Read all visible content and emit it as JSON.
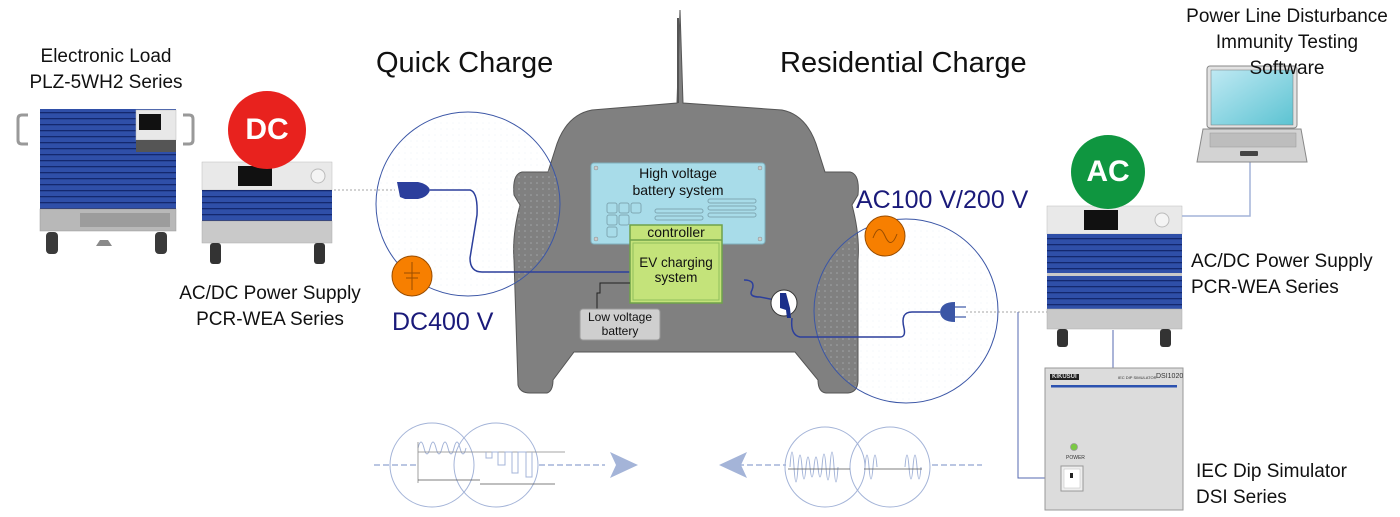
{
  "headings": {
    "quick_charge": "Quick Charge",
    "residential_charge": "Residential Charge"
  },
  "voltages": {
    "dc": "DC400 V",
    "ac": "AC100 V/200 V"
  },
  "badges": {
    "dc": {
      "text": "DC",
      "color": "#e8221e"
    },
    "ac": {
      "text": "AC",
      "color": "#0f9640"
    }
  },
  "devices": {
    "electronic_load": {
      "line1": "Electronic Load",
      "line2": "PLZ-5WH2 Series"
    },
    "dc_power_supply": {
      "line1": "AC/DC Power Supply",
      "line2": "PCR-WEA Series"
    },
    "ac_power_supply": {
      "line1": "AC/DC Power Supply",
      "line2": "PCR-WEA Series"
    },
    "software": {
      "line1": "Power Line Disturbance",
      "line2": "Immunity Testing Software"
    },
    "dip_simulator": {
      "line1": "IEC Dip Simulator",
      "line2": "DSI Series",
      "panel_brand": "KIKUSUI",
      "panel_title": "IEC DIP SIMULATOR",
      "panel_model": "DSI1020",
      "power_label": "POWER"
    }
  },
  "vehicle": {
    "hv_battery": {
      "line1": "High voltage",
      "line2": "battery system"
    },
    "controller": "controller",
    "ev_charging": {
      "line1": "EV charging",
      "line2": "system"
    },
    "lv_battery": {
      "line1": "Low voltage",
      "line2": "battery"
    }
  },
  "colors": {
    "accent_blue": "#1a2f8a",
    "circle_blue": "#3b56a6",
    "source_orange": "#f77f00",
    "car_gray": "#808080",
    "hv_panel": "#a8dce9",
    "ev_green": "#c4e37a",
    "arrow_pale": "#a4b4d8"
  }
}
